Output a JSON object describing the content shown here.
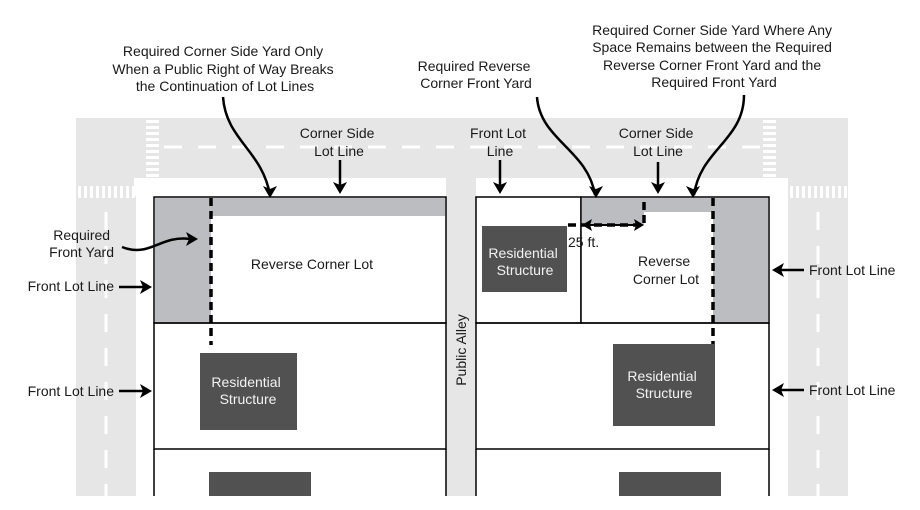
{
  "colors": {
    "road": "#e6e6e6",
    "road_marking": "#ffffff",
    "lot_fill": "#ffffff",
    "lot_border": "#000000",
    "required_yard": "#bcbdc0",
    "structure": "#515151",
    "structure_text": "#f2f2f2",
    "text": "#1a1a1a"
  },
  "annotations": {
    "corner_side_yard_break": [
      "Required Corner Side Yard Only",
      "When a Public Right of Way Breaks",
      "the Continuation of Lot Lines"
    ],
    "reverse_corner_front_yard": [
      "Required Reverse",
      "Corner Front Yard"
    ],
    "corner_side_yard_remains": [
      "Required Corner Side Yard Where Any",
      "Space Remains between the Required",
      "Reverse Corner Front Yard and the",
      "Required Front Yard"
    ],
    "corner_side_lot_line_left": [
      "Corner Side",
      "Lot Line"
    ],
    "front_lot_line_top": [
      "Front Lot",
      "Line"
    ],
    "corner_side_lot_line_right": [
      "Corner Side",
      "Lot Line"
    ],
    "required_front_yard": [
      "Required",
      "Front Yard"
    ],
    "front_lot_line_left_1": "Front Lot Line",
    "front_lot_line_left_2": "Front Lot Line",
    "front_lot_line_right_1": "Front Lot Line",
    "front_lot_line_right_2": "Front Lot Line",
    "dimension_25ft": "25 ft."
  },
  "lots": {
    "left_reverse_corner": "Reverse Corner Lot",
    "right_reverse_corner": [
      "Reverse",
      "Corner Lot"
    ]
  },
  "structures": {
    "label": [
      "Residential",
      "Structure"
    ]
  },
  "alley": {
    "label": "Public Alley"
  }
}
